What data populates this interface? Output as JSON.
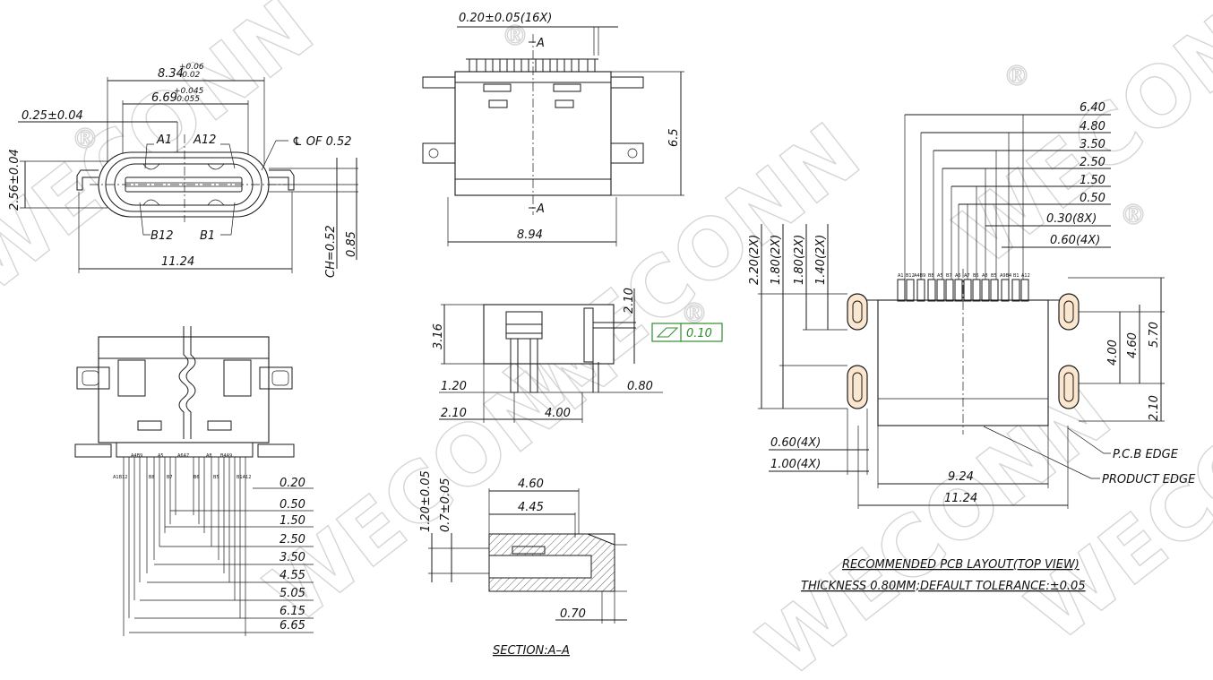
{
  "watermark": {
    "text": "WECONN",
    "symbol": "®"
  },
  "front_view": {
    "dims": {
      "overall_width": "8.34",
      "overall_width_tol_plus": "+0.06",
      "overall_width_tol_minus": "-0.02",
      "inner_width": "6.69",
      "inner_width_tol_plus": "+0.045",
      "inner_width_tol_minus": "-0.055",
      "tongue_offset": "0.25±0.04",
      "centerline": "℄ OF 0.52",
      "height": "2.56±0.04",
      "chamfer": "CH=0.52",
      "shell_thickness": "0.85",
      "total_width": "11.24"
    },
    "pins": {
      "a1": "A1",
      "a12": "A12",
      "b12": "B12",
      "b1": "B1"
    }
  },
  "top_view": {
    "dims": {
      "pin_width": "0.20±0.05(16X)",
      "section_mark": "A",
      "depth": "6.5",
      "width": "8.94"
    }
  },
  "side_view": {
    "dims": {
      "height": "3.16",
      "standoff": "2.10",
      "flatness": "0.10",
      "foot1": "1.20",
      "foot2": "2.10",
      "span": "4.00",
      "tail": "0.80"
    }
  },
  "section_view": {
    "dims": {
      "overall_thk": "1.20±0.05",
      "inner_thk": "0.7±0.05",
      "outer_len": "4.60",
      "inner_len": "4.45",
      "lip": "0.70"
    },
    "title": "SECTION:A–A"
  },
  "bottom_view": {
    "pin_labels_top": [
      "A4B9",
      "A5",
      "A6A7",
      "A8",
      "B4A9"
    ],
    "pin_labels_bottom": [
      "A1B12",
      "B8",
      "B7",
      "B6",
      "B5",
      "B1A12"
    ],
    "dims": [
      "0.20",
      "0.50",
      "1.50",
      "2.50",
      "3.50",
      "4.55",
      "5.05",
      "6.15",
      "6.65"
    ]
  },
  "pcb_layout": {
    "top_dims": [
      "6.40",
      "4.80",
      "3.50",
      "2.50",
      "1.50",
      "0.50",
      "0.30(8X)",
      "0.60(4X)"
    ],
    "left_dims": [
      "2.20(2X)",
      "1.80(2X)",
      "1.80(2X)",
      "1.40(2X)"
    ],
    "right_dims": [
      "4.00",
      "4.60",
      "5.70",
      "2.10"
    ],
    "bottom_dims": [
      "0.60(4X)",
      "1.00(4X)",
      "9.24",
      "11.24"
    ],
    "pcb_edge": "P.C.B EDGE",
    "product_edge": "PRODUCT EDGE",
    "pad_labels": [
      "A1",
      "B12",
      "A4B9",
      "B8",
      "A5",
      "B7",
      "A6",
      "A7",
      "B6",
      "A8",
      "B5",
      "A9B4",
      "B1",
      "A12"
    ],
    "title": "RECOMMENDED PCB LAYOUT(TOP VIEW)",
    "note": "THICKNESS 0.80MM;DEFAULT TOLERANCE:±0.05"
  }
}
